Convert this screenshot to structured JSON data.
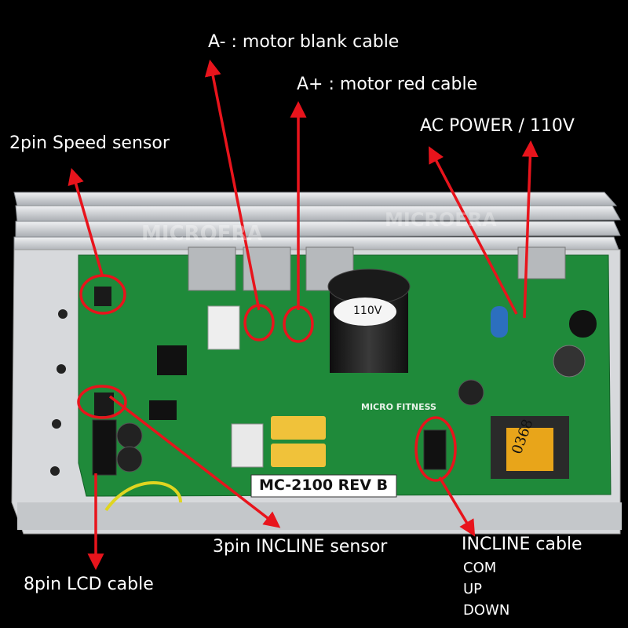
{
  "board": {
    "model": "MC-2100 REV B",
    "brand": "MICRO FITNESS",
    "watermark": "MICROERA",
    "capacitor_voltage": "110V",
    "transformer_code": "0368",
    "pcb_green": "#1f8a3a",
    "heatsink_gray": "#c9ccd0",
    "tray_gray": "#d7d9dc"
  },
  "annotations": {
    "speed_sensor": "2pin Speed sensor",
    "motor_black": "A-  :  motor blank cable",
    "motor_red": "A+  :  motor red cable",
    "ac_power": "AC POWER / 110V",
    "incline_sensor": "3pin INCLINE sensor",
    "lcd_cable": "8pin LCD cable",
    "incline_cable": "INCLINE cable",
    "incline_pins": [
      "COM",
      "UP",
      "DOWN"
    ]
  },
  "colors": {
    "arrow": "#e8141c",
    "label_text": "#ffffff",
    "background": "#000000"
  }
}
